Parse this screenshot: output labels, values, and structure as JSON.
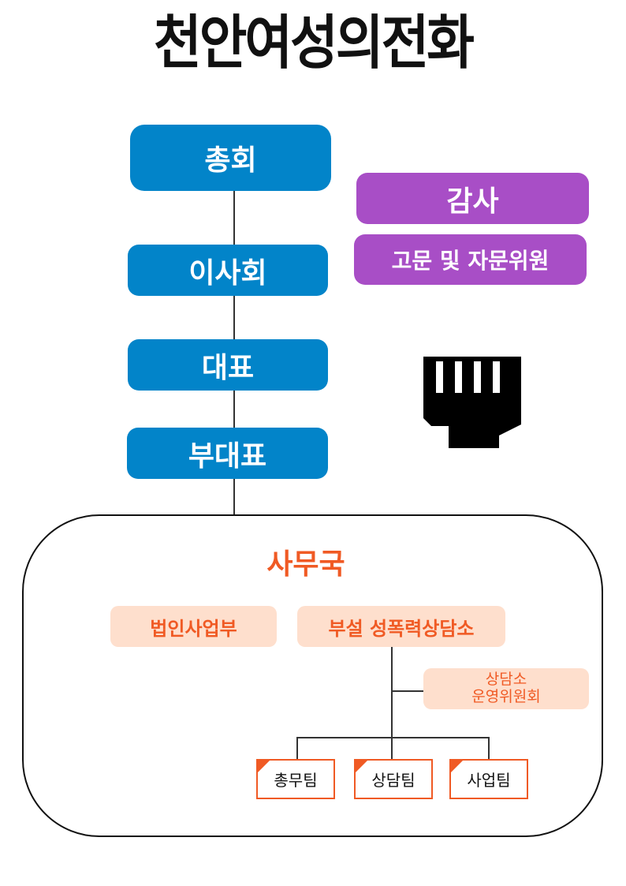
{
  "logo": {
    "text": "천안여성의전화"
  },
  "governance": {
    "general_assembly": "총회",
    "board": "이사회",
    "representative": "대표",
    "vice_representative": "부대표"
  },
  "oversight": {
    "audit": "감사",
    "advisors": "고문 및 자문위원"
  },
  "secretariat": {
    "title": "사무국",
    "corporate_business": "법인사업부",
    "counseling_center": "부설 성폭력상담소",
    "center_committee_line1": "상담소",
    "center_committee_line2": "운영위원회",
    "teams": [
      "총무팀",
      "상담팀",
      "사업팀"
    ]
  },
  "colors": {
    "governance_blue": "#0284c9",
    "oversight_purple": "#a84ec6",
    "secretariat_orange": "#f05a24",
    "peach_fill": "#fedfcd"
  },
  "icons": {
    "fist": "fist-icon"
  }
}
